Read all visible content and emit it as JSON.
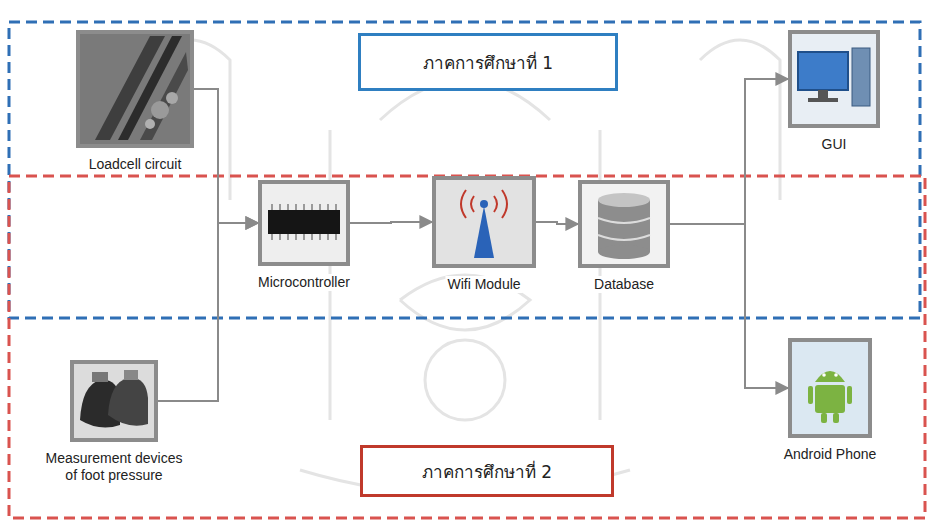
{
  "diagram": {
    "nodes": [
      {
        "text": [
          "ภาคการศึกษาที่ 1"
        ]
      },
      {
        "text": [
          "Loadcell circuit"
        ]
      },
      {
        "text": [
          "GUI"
        ]
      },
      {
        "text": [
          "Microcontroller"
        ]
      },
      {
        "text": [
          "Wifi Module"
        ]
      },
      {
        "text": [
          "Database"
        ]
      },
      {
        "text": [
          "Measurement devices of foot pressure"
        ]
      },
      {
        "text": [
          "Android Phone"
        ]
      },
      {
        "text": [
          "ภาคการศึกษาที่ 2"
        ]
      }
    ],
    "edges": [
      {
        "from": 1,
        "to": 3,
        "arrow": "to"
      },
      {
        "from": 6,
        "to": 3,
        "arrow": "to"
      },
      {
        "from": 3,
        "to": 4,
        "arrow": "to"
      },
      {
        "from": 4,
        "to": 5,
        "arrow": "to"
      },
      {
        "from": 5,
        "to": 2,
        "arrow": "to"
      },
      {
        "from": 5,
        "to": 7,
        "arrow": "to"
      }
    ]
  }
}
